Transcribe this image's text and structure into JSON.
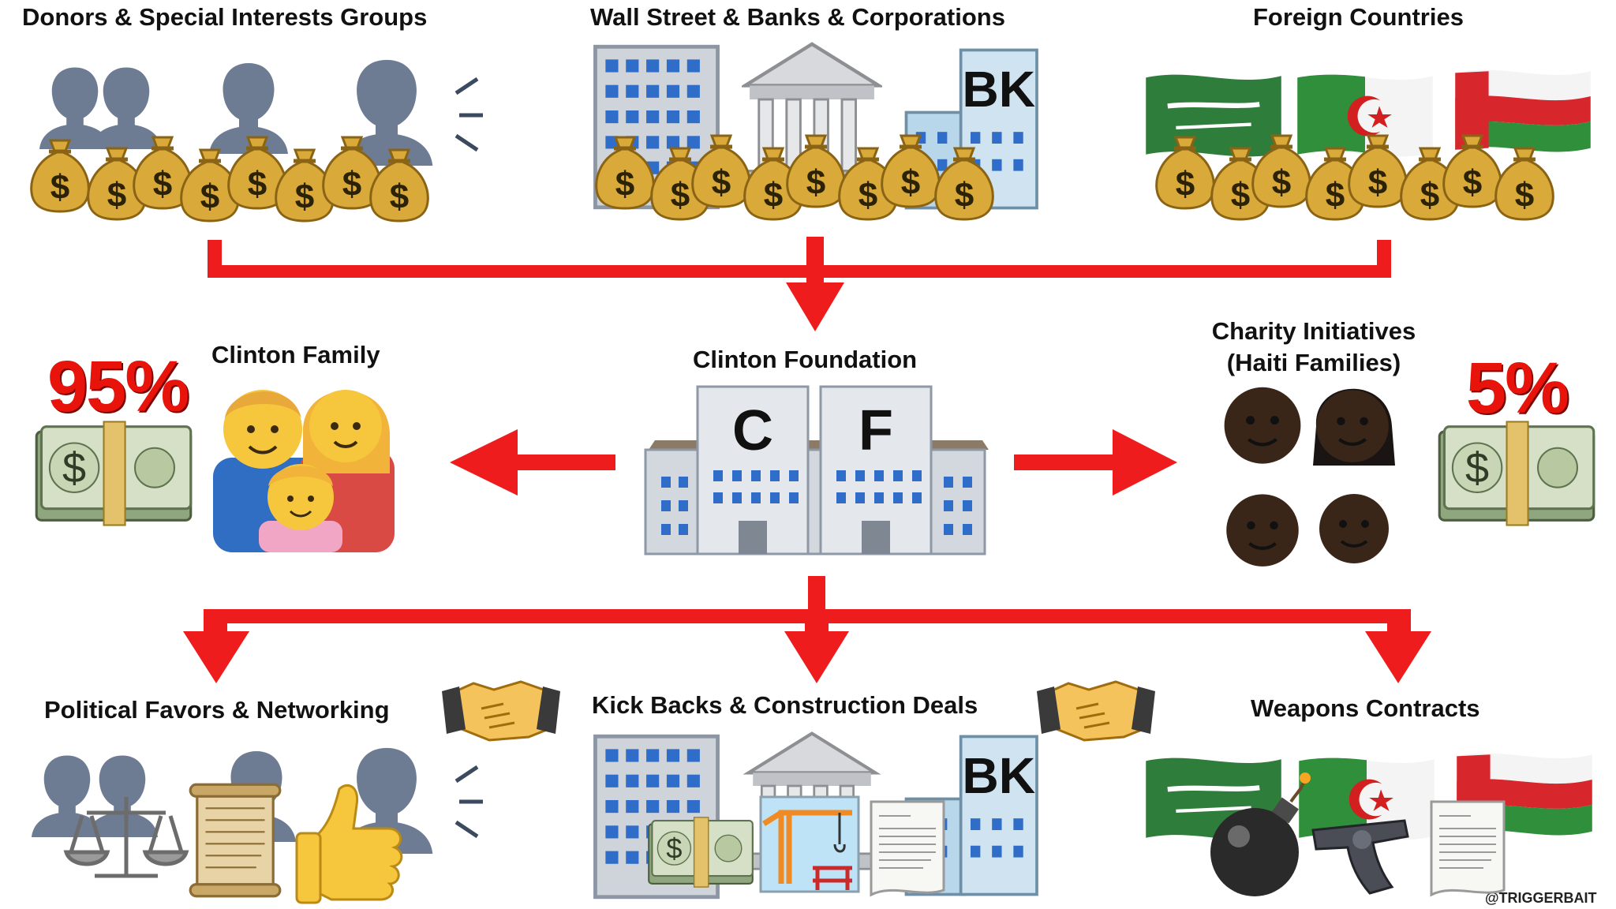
{
  "sources": {
    "donors": "Donors & Special Interests Groups",
    "wallstreet": "Wall Street & Banks & Corporations",
    "foreign": "Foreign Countries"
  },
  "center": {
    "foundation": "Clinton Foundation",
    "building_letters": [
      "C",
      "F"
    ]
  },
  "left": {
    "label": "Clinton Family",
    "percent": "95%"
  },
  "right": {
    "label_line1": "Charity Initiatives",
    "label_line2": "(Haiti Families)",
    "percent": "5%"
  },
  "outputs": {
    "political": "Political Favors & Networking",
    "kickbacks": "Kick Backs & Construction Deals",
    "weapons": "Weapons Contracts"
  },
  "bank_sign": "BK",
  "watermark": "@TRIGGERBAIT",
  "colors": {
    "arrow": "#ee1c1c",
    "money_bag": "#d9a93a",
    "building": "#c9ced6",
    "silhouette": "#6b7a90"
  },
  "icons": [
    "person-silhouette-icon",
    "money-bag-icon",
    "building-icon",
    "bank-icon",
    "flag-icon",
    "family-icon",
    "money-stack-icon",
    "handshake-icon",
    "scales-icon",
    "scroll-icon",
    "thumbs-up-icon",
    "crane-icon",
    "document-icon",
    "bomb-icon",
    "pistol-icon"
  ]
}
